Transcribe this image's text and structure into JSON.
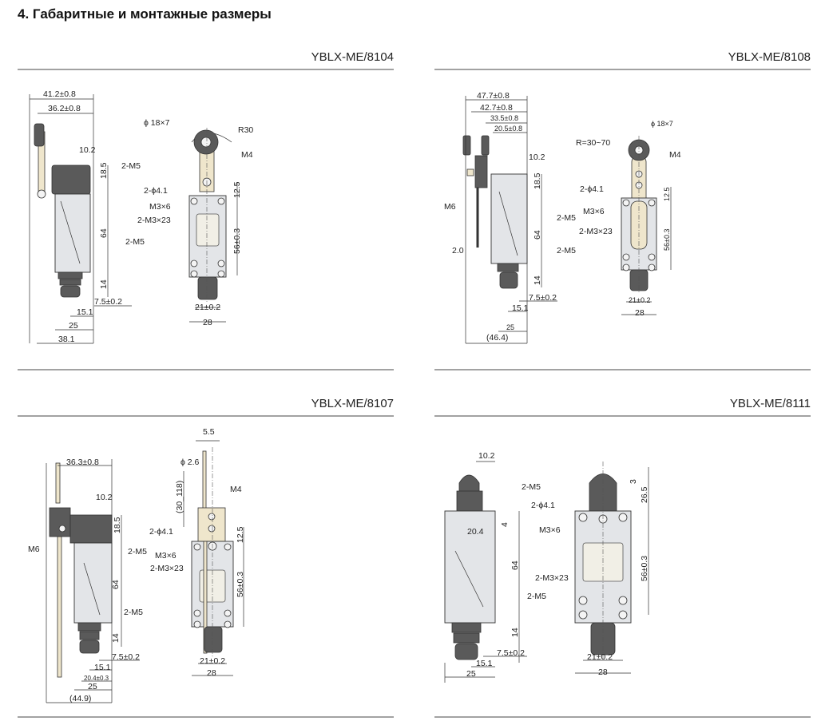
{
  "heading": "4. Габаритные и монтажные размеры",
  "panels": [
    {
      "model": "YBLX-ME/8104",
      "labels": [
        "41.2±0.8",
        "36.2±0.8",
        "10.2",
        "18.5",
        "2-M5",
        "64",
        "2-M5",
        "14",
        "7.5±0.2",
        "15.1",
        "25",
        "38.1",
        "ϕ 18×7",
        "R30",
        "M4",
        "2-ϕ4.1",
        "M3×6",
        "2-M3×23",
        "12.5",
        "56±0.3",
        "21±0.2",
        "28"
      ]
    },
    {
      "model": "YBLX-ME/8108",
      "labels": [
        "47.7±0.8",
        "42.7±0.8",
        "33.5±0.8",
        "20.5±0.8",
        "10.2",
        "18.5",
        "M6",
        "2-M5",
        "64",
        "2.0",
        "2-M5",
        "14",
        "7.5±0.2",
        "15.1",
        "25",
        "(46.4)",
        "ϕ 18×7",
        "R=30~70",
        "M4",
        "2-ϕ4.1",
        "M3×6",
        "2-M3×23",
        "12.5",
        "56±0.3",
        "21±0.2",
        "28"
      ]
    },
    {
      "model": "YBLX-ME/8107",
      "labels": [
        "36.3±0.8",
        "10.2",
        "18.5",
        "M6",
        "2-M5",
        "64",
        "2-M5",
        "14",
        "7.5±0.2",
        "15.1",
        "20.4±0.3",
        "25",
        "(44.9)",
        "5.5",
        "ϕ 2.6",
        "(30_118)",
        "M4",
        "2-ϕ4.1",
        "M3×6",
        "2-M3×23",
        "12.5",
        "56±0.3",
        "21±0.2",
        "28"
      ]
    },
    {
      "model": "YBLX-ME/8111",
      "labels": [
        "10.2",
        "2-M5",
        "20.4",
        "4",
        "64",
        "2-M5",
        "14",
        "7.5±0.2",
        "15.1",
        "25",
        "3",
        "26.5",
        "2-ϕ4.1",
        "M3×6",
        "56±0.3",
        "2-M3×23",
        "21±0.2",
        "28"
      ]
    }
  ]
}
